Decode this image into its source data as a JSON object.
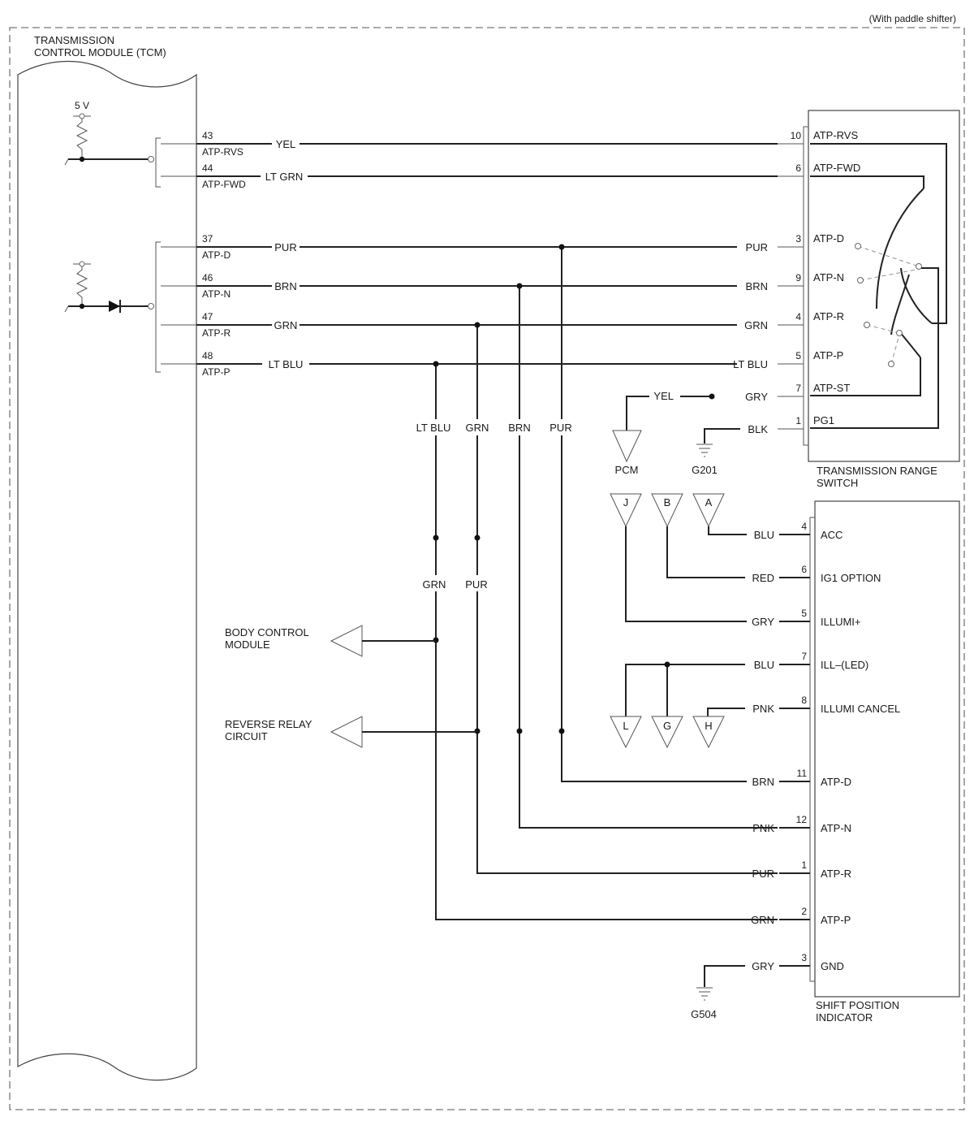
{
  "note": "(With paddle shifter)",
  "tcm": {
    "title_line1": "TRANSMISSION",
    "title_line2": "CONTROL MODULE (TCM)",
    "supply": "5 V",
    "pins": [
      {
        "num": "43",
        "name": "ATP-RVS",
        "wire": "YEL"
      },
      {
        "num": "44",
        "name": "ATP-FWD",
        "wire": "LT GRN"
      },
      {
        "num": "37",
        "name": "ATP-D",
        "wire": "PUR"
      },
      {
        "num": "46",
        "name": "ATP-N",
        "wire": "BRN"
      },
      {
        "num": "47",
        "name": "ATP-R",
        "wire": "GRN"
      },
      {
        "num": "48",
        "name": "ATP-P",
        "wire": "LT BLU"
      }
    ]
  },
  "trs": {
    "title_line1": "TRANSMISSION RANGE",
    "title_line2": "SWITCH",
    "pins": [
      {
        "num": "10",
        "name": "ATP-RVS",
        "wire": ""
      },
      {
        "num": "6",
        "name": "ATP-FWD",
        "wire": ""
      },
      {
        "num": "3",
        "name": "ATP-D",
        "wire": "PUR"
      },
      {
        "num": "9",
        "name": "ATP-N",
        "wire": "BRN"
      },
      {
        "num": "4",
        "name": "ATP-R",
        "wire": "GRN"
      },
      {
        "num": "5",
        "name": "ATP-P",
        "wire": "LT BLU"
      },
      {
        "num": "7",
        "name": "ATP-ST",
        "wire": "GRY"
      },
      {
        "num": "1",
        "name": "PG1",
        "wire": "BLK"
      }
    ],
    "st_branch_wire": "YEL",
    "pcm": "PCM",
    "ground": "G201"
  },
  "taps": {
    "upper": [
      "LT BLU",
      "GRN",
      "BRN",
      "PUR"
    ],
    "lower": [
      "GRN",
      "PUR"
    ]
  },
  "bcm": {
    "line1": "BODY CONTROL",
    "line2": "MODULE"
  },
  "rrc": {
    "line1": "REVERSE RELAY",
    "line2": "CIRCUIT"
  },
  "spi": {
    "title_line1": "SHIFT POSITION",
    "title_line2": "INDICATOR",
    "pins": [
      {
        "num": "4",
        "name": "ACC",
        "wire": "BLU"
      },
      {
        "num": "6",
        "name": "IG1 OPTION",
        "wire": "RED"
      },
      {
        "num": "5",
        "name": "ILLUMI+",
        "wire": "GRY"
      },
      {
        "num": "7",
        "name": "ILL–(LED)",
        "wire": "BLU"
      },
      {
        "num": "8",
        "name": "ILLUMI CANCEL",
        "wire": "PNK"
      },
      {
        "num": "11",
        "name": "ATP-D",
        "wire": "BRN"
      },
      {
        "num": "12",
        "name": "ATP-N",
        "wire": "PNK"
      },
      {
        "num": "1",
        "name": "ATP-R",
        "wire": "PUR"
      },
      {
        "num": "2",
        "name": "ATP-P",
        "wire": "GRN"
      },
      {
        "num": "3",
        "name": "GND",
        "wire": "GRY"
      }
    ],
    "ground": "G504"
  },
  "connectors": {
    "top": [
      "J",
      "B",
      "A"
    ],
    "bottom": [
      "L",
      "G",
      "H"
    ]
  }
}
